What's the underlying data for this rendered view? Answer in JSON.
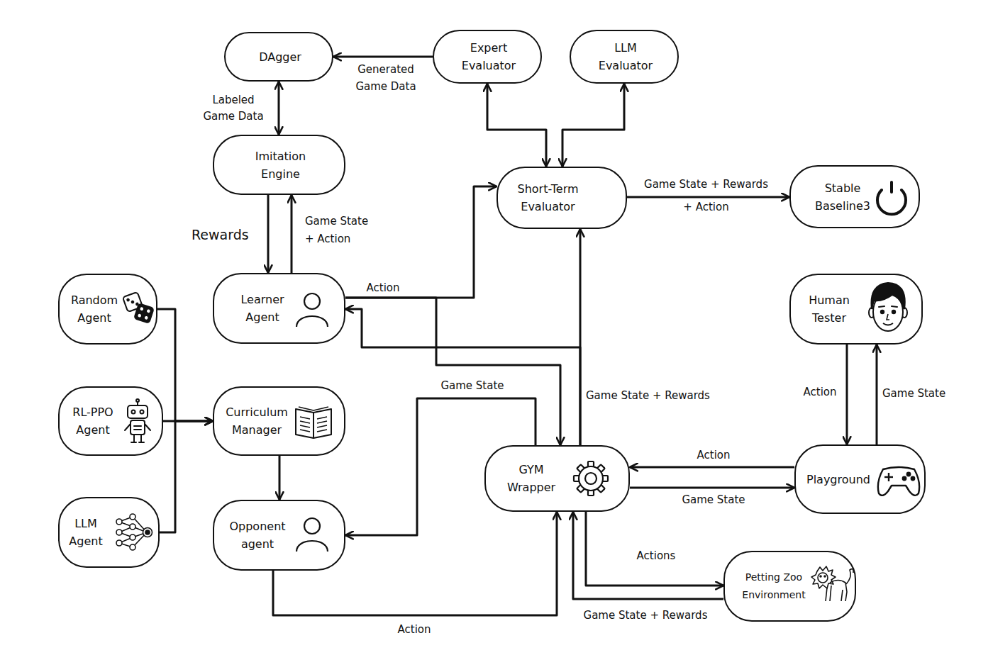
{
  "diagram": {
    "nodes": [
      {
        "text": [
          "DAgger"
        ]
      },
      {
        "text": [
          "Expert Evaluator"
        ]
      },
      {
        "text": [
          "LLM Evaluator"
        ]
      },
      {
        "text": [
          "Imitation Engine"
        ]
      },
      {
        "text": [
          "Short-Term Evaluator"
        ]
      },
      {
        "text": [
          "Stable Baseline3"
        ]
      },
      {
        "text": [
          "Random Agent"
        ]
      },
      {
        "text": [
          "Learner Agent"
        ]
      },
      {
        "text": [
          "Human Tester"
        ]
      },
      {
        "text": [
          "RL-PPO Agent"
        ]
      },
      {
        "text": [
          "Curriculum Manager"
        ]
      },
      {
        "text": [
          "GYM Wrapper"
        ]
      },
      {
        "text": [
          "Playground"
        ]
      },
      {
        "text": [
          "LLM Agent"
        ]
      },
      {
        "text": [
          "Opponent agent"
        ]
      },
      {
        "text": [
          "Petting Zoo Environment"
        ]
      }
    ],
    "edges": [
      {
        "from": 1,
        "to": 0,
        "label": "Generated Game Data",
        "arrow": "to"
      },
      {
        "from": 0,
        "to": 3,
        "label": "Labeled Game Data",
        "arrow": "both"
      },
      {
        "from": 3,
        "to": 7,
        "label": "Rewards",
        "arrow": "to"
      },
      {
        "from": 7,
        "to": 3,
        "label": "Game State + Action",
        "arrow": "to"
      },
      {
        "from": 1,
        "to": 4,
        "arrow": "both"
      },
      {
        "from": 2,
        "to": 4,
        "arrow": "both"
      },
      {
        "from": 4,
        "to": 5,
        "label": "Game State + Rewards + Action",
        "arrow": "to"
      },
      {
        "from": 7,
        "to": 4,
        "label": "Action",
        "arrow": "to"
      },
      {
        "from": 7,
        "to": 11,
        "arrow": "to"
      },
      {
        "from": 11,
        "to": 4,
        "label": "Game State + Rewards",
        "arrow": "to"
      },
      {
        "from": 11,
        "to": 7,
        "arrow": "to"
      },
      {
        "from": 6,
        "to": 10,
        "arrow": "to"
      },
      {
        "from": 9,
        "to": 10,
        "arrow": "to"
      },
      {
        "from": 13,
        "to": 10,
        "arrow": "to"
      },
      {
        "from": 10,
        "to": 14,
        "arrow": "to"
      },
      {
        "from": 11,
        "to": 14,
        "label": "Game State",
        "arrow": "to"
      },
      {
        "from": 14,
        "to": 11,
        "label": "Action",
        "arrow": "to"
      },
      {
        "from": 12,
        "to": 11,
        "label": "Action",
        "arrow": "to"
      },
      {
        "from": 11,
        "to": 12,
        "label": "Game State",
        "arrow": "to"
      },
      {
        "from": 8,
        "to": 12,
        "label": "Action",
        "arrow": "to"
      },
      {
        "from": 12,
        "to": 8,
        "label": "Game State",
        "arrow": "to"
      },
      {
        "from": 11,
        "to": 15,
        "label": "Actions",
        "arrow": "to"
      },
      {
        "from": 15,
        "to": 11,
        "label": "Game State + Rewards",
        "arrow": "to"
      }
    ]
  }
}
